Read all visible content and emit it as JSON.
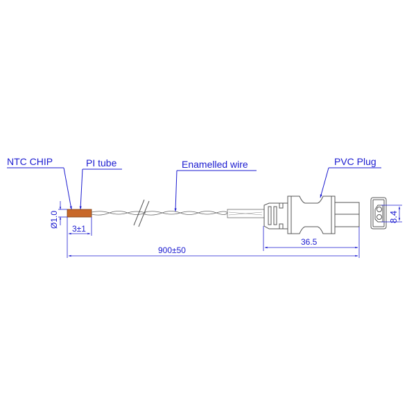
{
  "drawing": {
    "labels": {
      "ntc_chip": "NTC CHIP",
      "pi_tube": "PI tube",
      "enamelled_wire": "Enamelled wire",
      "pvc_plug": "PVC Plug"
    },
    "dimensions": {
      "chip_diameter": "Ø1.0",
      "chip_length": "3±1",
      "total_length": "900±50",
      "plug_length": "36.5",
      "plug_height": "8.4"
    },
    "colors": {
      "annotation": "#1a1ad0",
      "chip": "#c8682a",
      "outline": "#555555"
    }
  }
}
